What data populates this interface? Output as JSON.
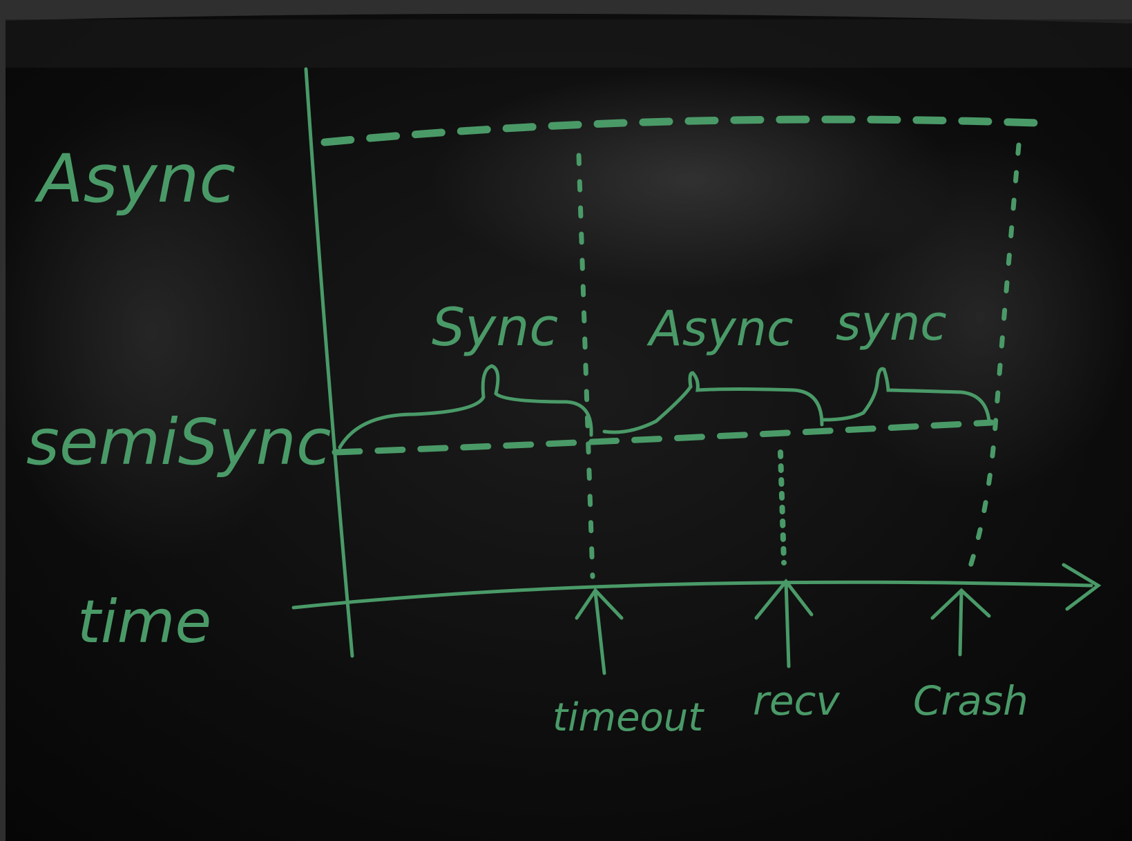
{
  "row_labels": {
    "async": "Async",
    "semisync": "semiSync",
    "time": "time"
  },
  "phase_labels": {
    "sync": "Sync",
    "async": "Async",
    "sync_again": "sync"
  },
  "event_labels": {
    "timeout": "timeout",
    "recv": "recv",
    "crash": "Crash"
  },
  "colors": {
    "chalk": "#4a9a68",
    "board": "#0c0c0c",
    "frame": "#3a3a3a"
  }
}
